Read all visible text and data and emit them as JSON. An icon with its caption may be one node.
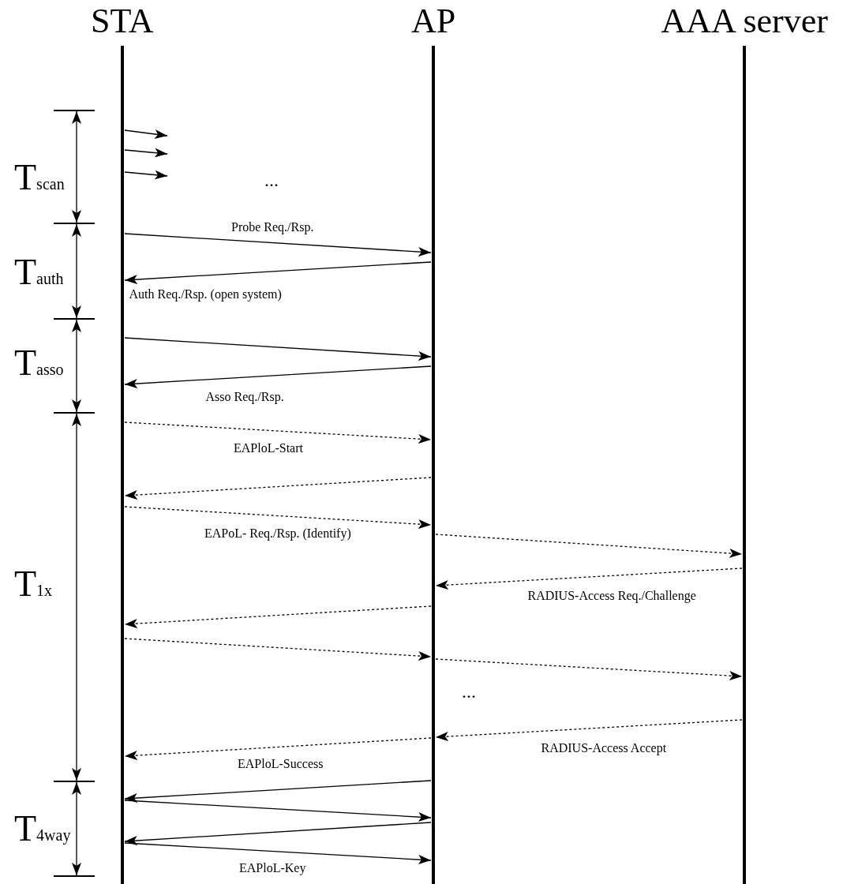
{
  "diagram": {
    "nodes": [
      {
        "text": [
          "STA"
        ]
      },
      {
        "text": [
          "AP"
        ]
      },
      {
        "text": [
          "AAA server"
        ]
      }
    ],
    "edges": [
      {
        "from": 0,
        "to": null,
        "arrow": "to"
      },
      {
        "from": 0,
        "to": null,
        "arrow": "to"
      },
      {
        "from": 0,
        "to": null,
        "arrow": "to"
      },
      {
        "from": 0,
        "to": 1,
        "arrow": "to",
        "label": "Probe Req./Rsp."
      },
      {
        "from": 1,
        "to": 0,
        "arrow": "to",
        "label": "Auth Req./Rsp. (open system)"
      },
      {
        "from": 0,
        "to": 1,
        "arrow": "to"
      },
      {
        "from": 1,
        "to": 0,
        "arrow": "to",
        "label": "Asso Req./Rsp."
      },
      {
        "from": 0,
        "to": 1,
        "arrow": "to",
        "style": "dashed",
        "label": "EAPloL-Start"
      },
      {
        "from": 1,
        "to": 0,
        "arrow": "to",
        "style": "dashed"
      },
      {
        "from": 0,
        "to": 1,
        "arrow": "to",
        "style": "dashed",
        "label": "EAPoL- Req./Rsp. (Identify)"
      },
      {
        "from": 1,
        "to": 2,
        "arrow": "to",
        "style": "dashed"
      },
      {
        "from": 2,
        "to": 1,
        "arrow": "to",
        "style": "dashed",
        "label": "RADIUS-Access Req./Challenge"
      },
      {
        "from": 1,
        "to": 0,
        "arrow": "to",
        "style": "dashed"
      },
      {
        "from": 0,
        "to": 1,
        "arrow": "to",
        "style": "dashed"
      },
      {
        "from": 1,
        "to": 2,
        "arrow": "to",
        "style": "dashed"
      },
      {
        "from": 2,
        "to": 1,
        "arrow": "to",
        "style": "dashed",
        "label": "RADIUS-Access Accept"
      },
      {
        "from": 1,
        "to": 0,
        "arrow": "to",
        "style": "dashed",
        "label": "EAPloL-Success"
      },
      {
        "from": 1,
        "to": 0,
        "arrow": "to"
      },
      {
        "from": 0,
        "to": 1,
        "arrow": "to"
      },
      {
        "from": 1,
        "to": 0,
        "arrow": "to"
      },
      {
        "from": 0,
        "to": 1,
        "arrow": "to",
        "label": "EAPloL-Key"
      }
    ],
    "labels": [
      "T$_{scan}$",
      "...",
      "T$_{auth}$",
      "T$_{asso}$",
      "T$_{1x}$",
      "...",
      "T$_{4way}$"
    ]
  }
}
